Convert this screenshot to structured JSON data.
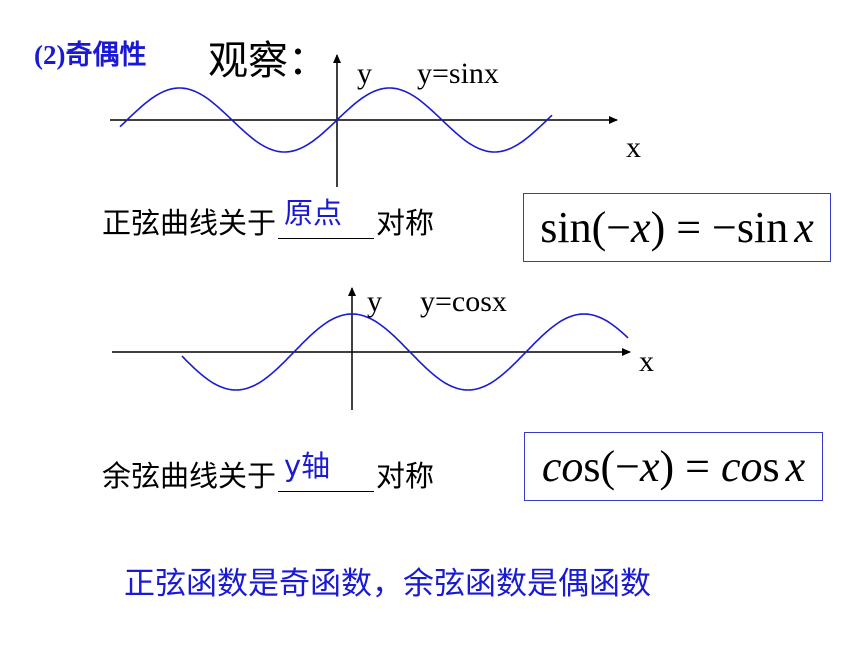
{
  "heading": {
    "number_label": "(2)奇偶性",
    "subtitle": "观察："
  },
  "sin_graph": {
    "y_axis_label": "y",
    "func_label": "y=sinx",
    "x_axis_label": "x",
    "curve_color": "#1a1ad4"
  },
  "sin_statement": {
    "prefix": "正弦曲线关于",
    "answer": "原点",
    "suffix": "对称"
  },
  "sin_formula": {
    "lhs_fn": "sin(",
    "lhs_minus": "−",
    "lhs_var": "x",
    "lhs_close": ")",
    "eq": " = −",
    "rhs_fn": "sin",
    "rhs_var": "x"
  },
  "cos_graph": {
    "y_axis_label": "y",
    "func_label": "y=cosx",
    "x_axis_label": "x",
    "curve_color": "#1a1ad4"
  },
  "cos_statement": {
    "prefix": "余弦曲线关于",
    "answer": "y轴",
    "suffix": "对称"
  },
  "cos_formula": {
    "lhs_fn_italic": "co",
    "lhs_fn_rest": "s(",
    "lhs_minus": "−",
    "lhs_var": "x",
    "lhs_close": ")",
    "eq": " = ",
    "rhs_fn_italic": "co",
    "rhs_fn_rest": "s",
    "rhs_var": "x"
  },
  "conclusion": "正弦函数是奇函数，余弦函数是偶函数"
}
